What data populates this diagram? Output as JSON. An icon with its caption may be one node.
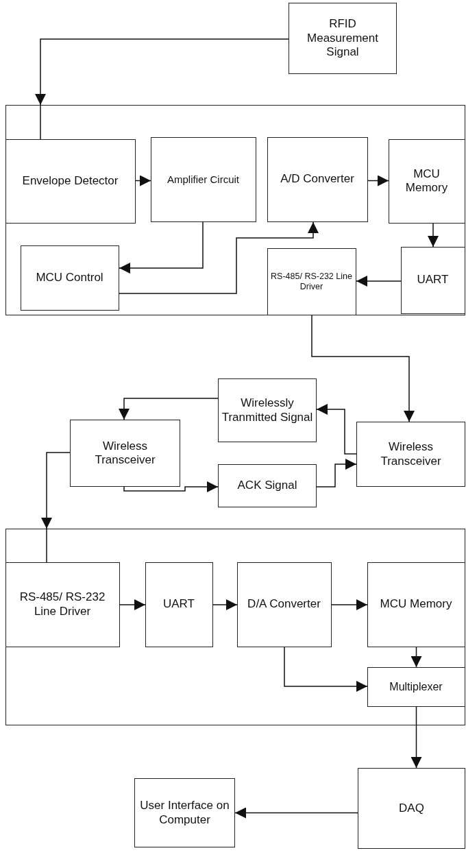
{
  "diagram": {
    "nodes": [
      {
        "text": [
          "RFID Measurement Signal"
        ]
      },
      {
        "text": [],
        "shape": "box"
      },
      {
        "text": [
          "Envelope Detector"
        ],
        "in": 1
      },
      {
        "text": [
          "Amplifier Circuit"
        ],
        "in": 1
      },
      {
        "text": [
          "A/D Converter"
        ],
        "in": 1
      },
      {
        "text": [
          "MCU Memory"
        ],
        "in": 1
      },
      {
        "text": [
          "MCU Control"
        ],
        "in": 1
      },
      {
        "text": [
          "RS-485/ RS-232 Line Driver"
        ],
        "in": 1
      },
      {
        "text": [
          "UART"
        ],
        "in": 1
      },
      {
        "text": [
          "Wirelessly Tranmitted Signal"
        ]
      },
      {
        "text": [
          "Wireless Transceiver"
        ]
      },
      {
        "text": [
          "Wireless Transceiver"
        ]
      },
      {
        "text": [
          "ACK Signal"
        ]
      },
      {
        "text": [],
        "shape": "box"
      },
      {
        "text": [
          "RS-485/ RS-232 Line Driver"
        ],
        "in": 13
      },
      {
        "text": [
          "UART"
        ],
        "in": 13
      },
      {
        "text": [
          "D/A Converter"
        ],
        "in": 13
      },
      {
        "text": [
          "MCU Memory"
        ],
        "in": 13
      },
      {
        "text": [
          "Multiplexer"
        ],
        "in": 13
      },
      {
        "text": [
          "DAQ"
        ]
      },
      {
        "text": [
          "User Interface on Computer"
        ]
      }
    ],
    "edges": [
      {
        "from": 0,
        "to": 1,
        "arrow": "to"
      },
      {
        "from": 1,
        "to": 2,
        "arrow": "none"
      },
      {
        "from": 2,
        "to": 3,
        "arrow": "to"
      },
      {
        "from": 3,
        "to": 6,
        "arrow": "to"
      },
      {
        "from": 6,
        "to": 4,
        "arrow": "to"
      },
      {
        "from": 4,
        "to": 5,
        "arrow": "to"
      },
      {
        "from": 5,
        "to": 8,
        "arrow": "to"
      },
      {
        "from": 8,
        "to": 7,
        "arrow": "to"
      },
      {
        "from": 7,
        "to": 11,
        "arrow": "to"
      },
      {
        "from": 11,
        "to": 9,
        "arrow": "to"
      },
      {
        "from": 9,
        "to": 10,
        "arrow": "to"
      },
      {
        "from": 10,
        "to": 12,
        "arrow": "to"
      },
      {
        "from": 12,
        "to": 11,
        "arrow": "to"
      },
      {
        "from": 10,
        "to": 13,
        "arrow": "to"
      },
      {
        "from": 13,
        "to": 14,
        "arrow": "none"
      },
      {
        "from": 14,
        "to": 15,
        "arrow": "to"
      },
      {
        "from": 15,
        "to": 16,
        "arrow": "to"
      },
      {
        "from": 16,
        "to": 17,
        "arrow": "to"
      },
      {
        "from": 17,
        "to": 18,
        "arrow": "to"
      },
      {
        "from": 16,
        "to": 18,
        "arrow": "to"
      },
      {
        "from": 18,
        "to": 19,
        "arrow": "to"
      },
      {
        "from": 19,
        "to": 20,
        "arrow": "to"
      }
    ]
  }
}
